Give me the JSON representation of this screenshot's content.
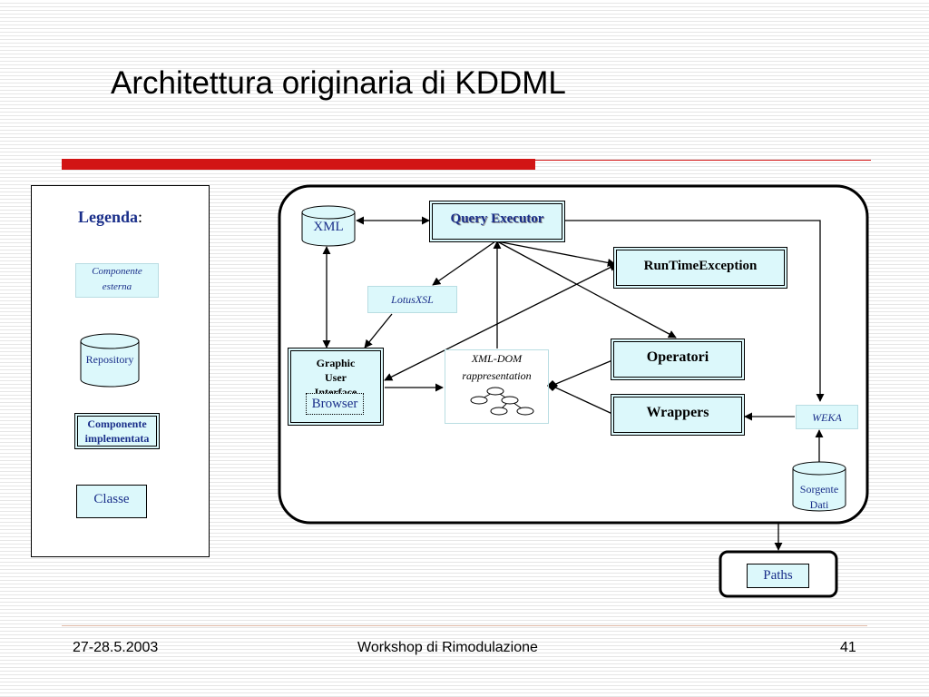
{
  "slide": {
    "title": "Architettura originaria di KDDML",
    "footer": {
      "date": "27-28.5.2003",
      "event": "Workshop di Rimodulazione",
      "page": "41"
    }
  },
  "legend": {
    "heading": "Legenda",
    "colon": ":",
    "external_component_line1": "Componente",
    "external_component_line2": "esterna",
    "repository": "Repository",
    "implemented_component_line1": "Componente",
    "implemented_component_line2": "implementata",
    "class": "Classe"
  },
  "diagram": {
    "xml": "XML",
    "query_executor": "Query Executor",
    "runtime_exception": "RunTimeException",
    "lotusxsl": "LotusXSL",
    "gui_line1": "Graphic",
    "gui_line2": "User",
    "gui_line3": "Interface",
    "browser": "Browser",
    "xml_dom_line1": "XML-DOM",
    "xml_dom_line2": "rappresentation",
    "operatori": "Operatori",
    "wrappers": "Wrappers",
    "weka": "WEKA",
    "sorgente_dati_line1": "Sorgente",
    "sorgente_dati_line2": "Dati",
    "paths": "Paths"
  },
  "colors": {
    "accent_red": "#d21515",
    "component_fill": "#dcf8fb",
    "legend_heading": "#1a2f8a"
  }
}
